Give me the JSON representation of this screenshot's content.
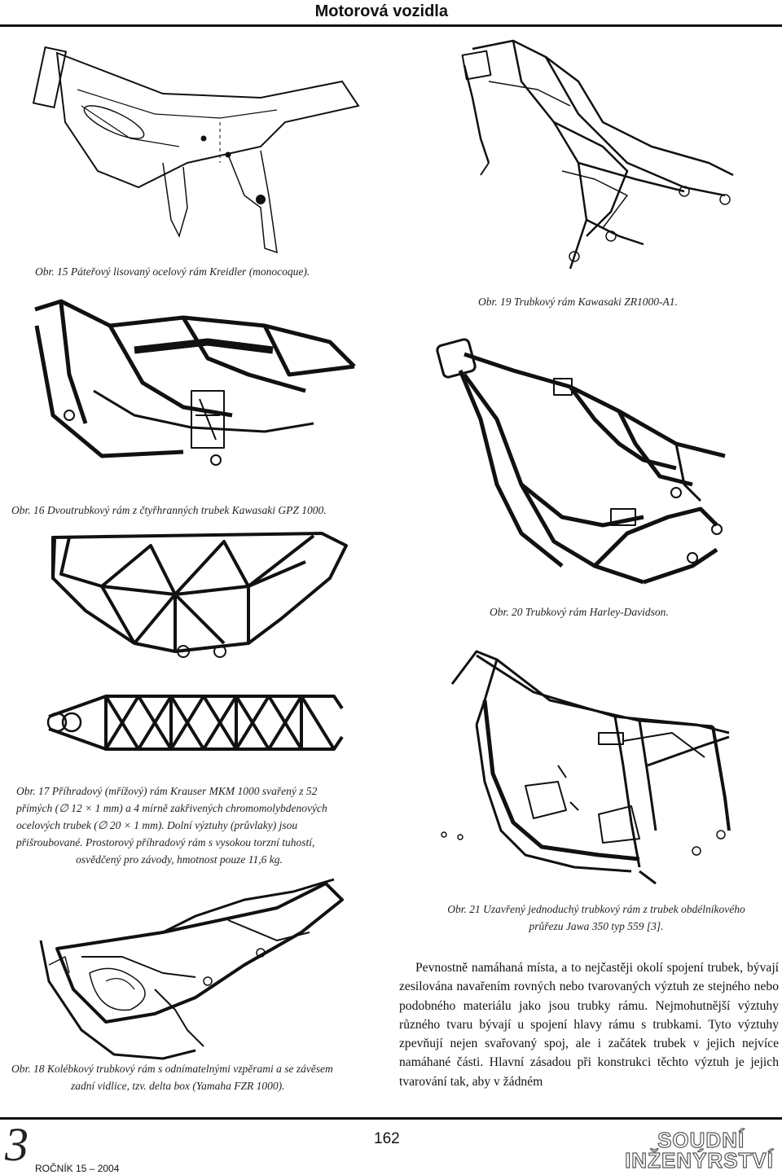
{
  "header": {
    "title": "Motorová vozidla"
  },
  "figures": {
    "fig15": {
      "caption": "Obr. 15  Páteřový lisovaný ocelový rám Kreidler (monocoque)."
    },
    "fig16": {
      "caption": "Obr. 16  Dvoutrubkový rám z čtyřhranných trubek Kawasaki GPZ 1000."
    },
    "fig17": {
      "caption_lines": [
        "Obr. 17  Příhradový (mřížový) rám Krauser MKM 1000 svařený z 52",
        "přímých (∅ 12 × 1 mm) a 4 mírně zakřivených chromomolybdenových",
        "ocelových trubek (∅ 20 × 1 mm). Dolní výztuhy (průvlaky) jsou",
        "přišroubované. Prostorový příhradový rám s vysokou torzní tuhostí,",
        "osvědčený pro závody, hmotnost pouze 11,6 kg."
      ]
    },
    "fig18": {
      "caption_lines": [
        "Obr. 18  Kolébkový trubkový rám s odnímatelnými vzpěrami a se závěsem",
        "zadní vidlice, tzv. delta box (Yamaha FZR 1000)."
      ]
    },
    "fig19": {
      "caption": "Obr. 19  Trubkový rám Kawasaki ZR1000-A1."
    },
    "fig20": {
      "caption": "Obr. 20  Trubkový rám Harley-Davidson."
    },
    "fig21": {
      "caption_lines": [
        "Obr. 21  Uzavřený jednoduchý trubkový rám z trubek obdélníkového",
        "průřezu Jawa 350 typ 559 [3]."
      ]
    }
  },
  "body_text": "Pevnostně namáhaná místa, a to nejčastěji okolí spojení trubek, bývají zesilována navařením rovných nebo tvarovaných výztuh ze stejného nebo podobného materiálu jako jsou trubky rámu. Nejmohutnější výztuhy různého tvaru bývají u spojení hlavy rámu s trubkami. Tyto výztuhy zpevňují nejen svařovaný spoj, ale i začátek trubek v jejich nejvíce namáhané části. Hlavní zásadou při konstrukci těchto výztuh je jejich tvarování tak, aby v žádném",
  "footer": {
    "logo_digit": "3",
    "issue": "ROČNÍK 15 – 2004",
    "page_number": "162",
    "journal_line1": "SOUDNÍ",
    "journal_line2": "INŽENÝRSTVÍ"
  }
}
